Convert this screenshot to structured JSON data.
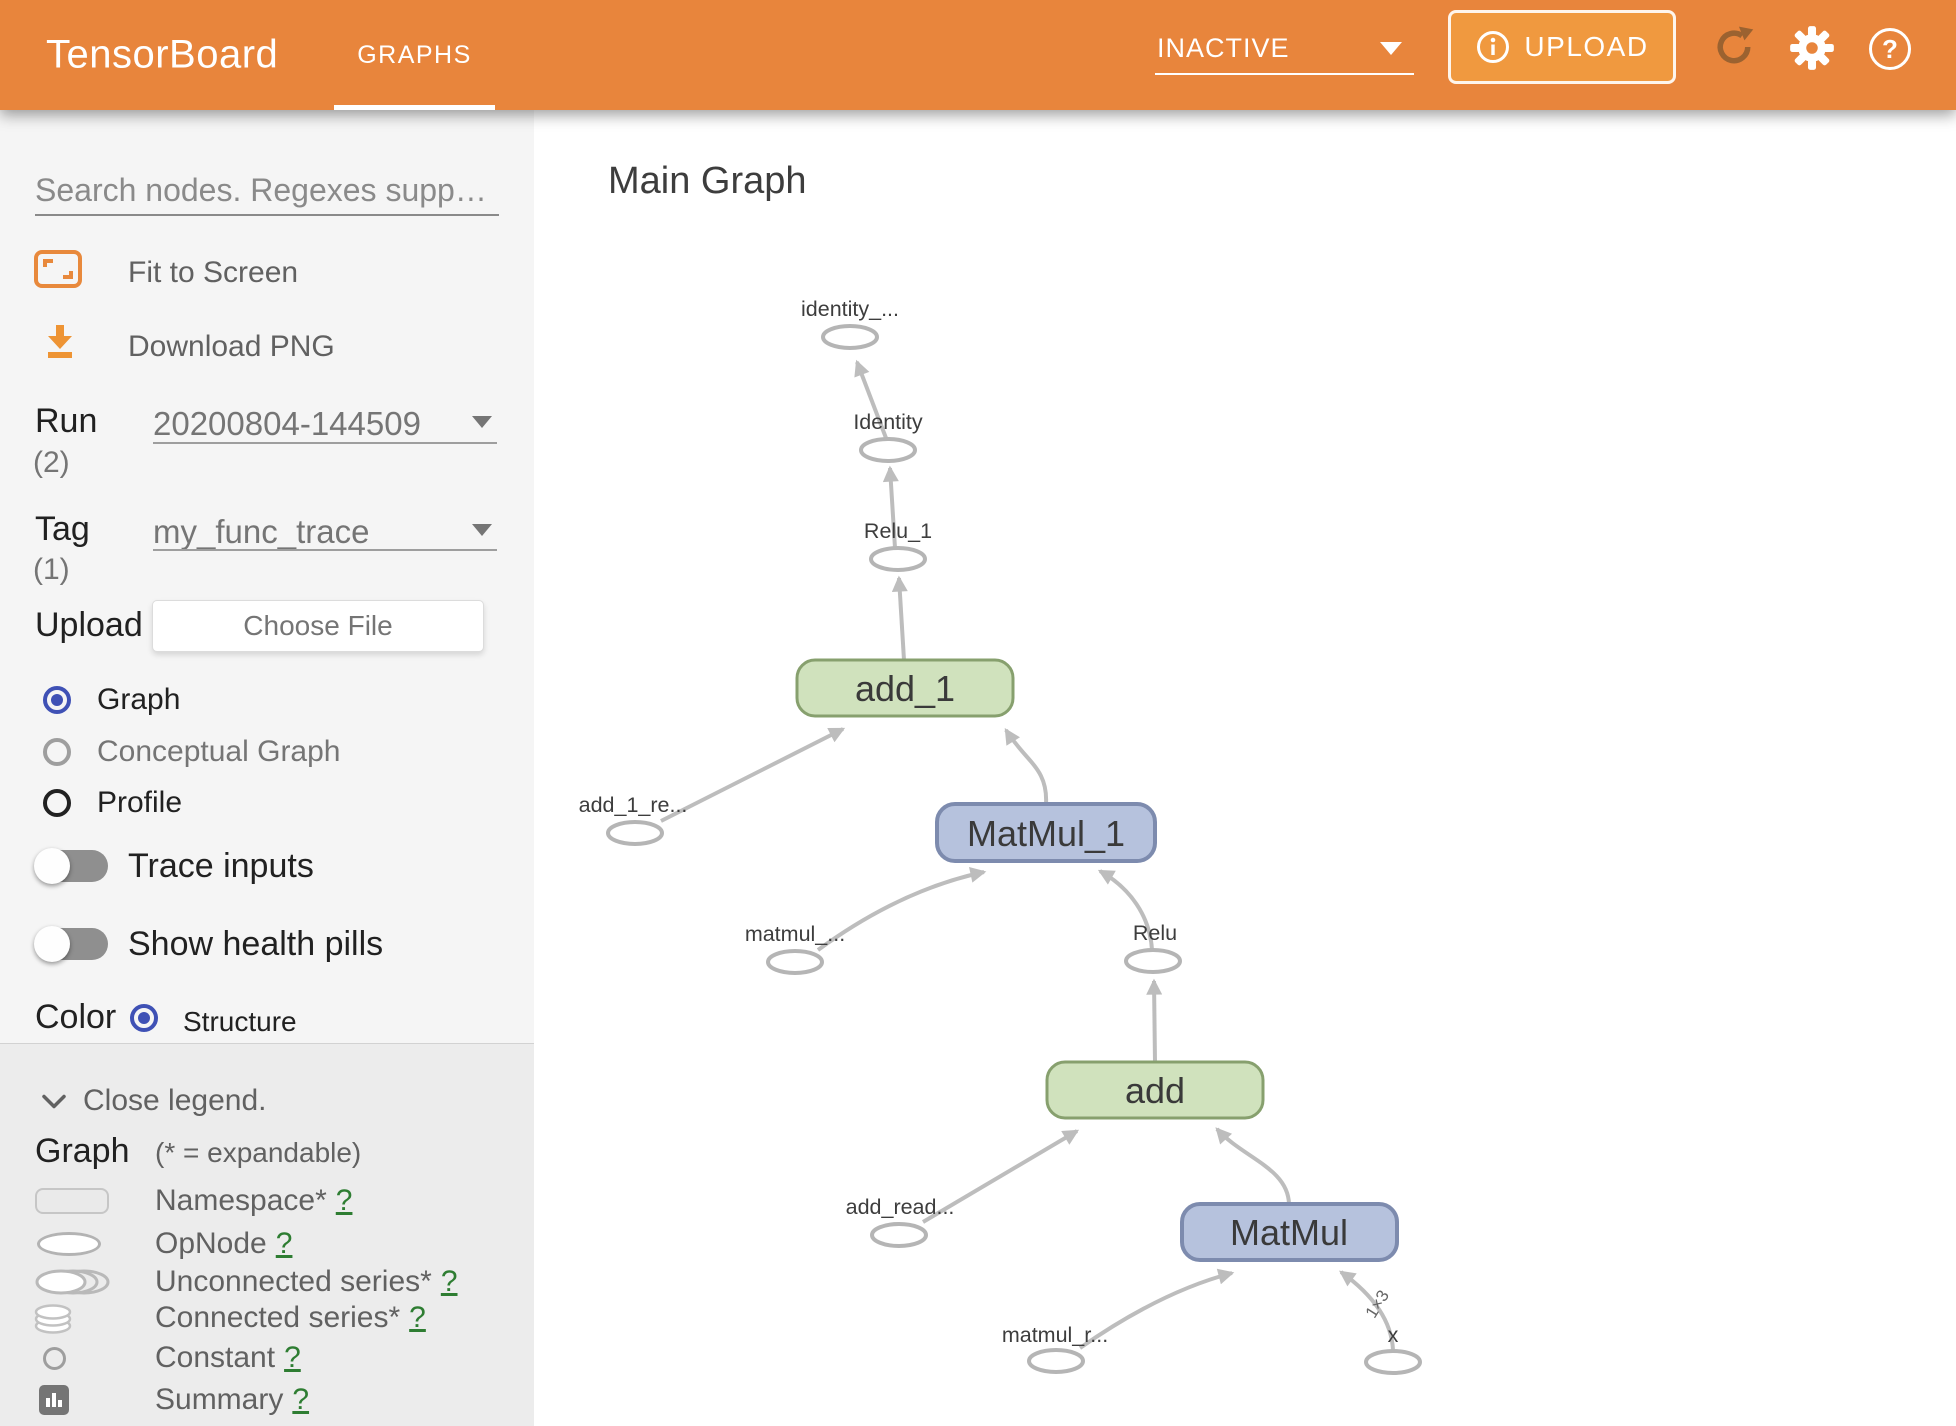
{
  "header": {
    "logo": "TensorBoard",
    "tab": "GRAPHS",
    "status_dropdown": "INACTIVE",
    "upload_button": "UPLOAD"
  },
  "sidebar": {
    "search_placeholder": "Search nodes. Regexes supported.",
    "fit_to_screen": "Fit to Screen",
    "download_png": "Download PNG",
    "run": {
      "label": "Run",
      "count": "(2)",
      "value": "20200804-144509"
    },
    "tag": {
      "label": "Tag",
      "count": "(1)",
      "value": "my_func_trace"
    },
    "upload": {
      "label": "Upload",
      "button": "Choose File"
    },
    "graph_type": [
      {
        "label": "Graph",
        "selected": true
      },
      {
        "label": "Conceptual Graph",
        "selected": false
      },
      {
        "label": "Profile",
        "selected": false
      }
    ],
    "toggles": [
      {
        "label": "Trace inputs",
        "on": false
      },
      {
        "label": "Show health pills",
        "on": false
      }
    ],
    "color": {
      "label": "Color",
      "option": "Structure"
    },
    "legend": {
      "close": "Close legend.",
      "title": "Graph",
      "subtitle": "(* = expandable)",
      "items": [
        {
          "label": "Namespace*",
          "help": "?"
        },
        {
          "label": "OpNode",
          "help": "?"
        },
        {
          "label": "Unconnected series*",
          "help": "?"
        },
        {
          "label": "Connected series*",
          "help": "?"
        },
        {
          "label": "Constant",
          "help": "?"
        },
        {
          "label": "Summary",
          "help": "?"
        }
      ]
    }
  },
  "main": {
    "title": "Main Graph",
    "graph": {
      "op_nodes": [
        {
          "label": "add_1",
          "kind": "namespace"
        },
        {
          "label": "MatMul_1",
          "kind": "op-group"
        },
        {
          "label": "add",
          "kind": "namespace"
        },
        {
          "label": "MatMul",
          "kind": "op-group"
        }
      ],
      "ellipses": [
        {
          "label": "identity_..."
        },
        {
          "label": "Identity"
        },
        {
          "label": "Relu_1"
        },
        {
          "label": "add_1_re..."
        },
        {
          "label": "matmul_..."
        },
        {
          "label": "Relu"
        },
        {
          "label": "add_read..."
        },
        {
          "label": "matmul_r..."
        },
        {
          "label": "x"
        }
      ],
      "edge_label": "1×3"
    }
  },
  "colors": {
    "header_bg": "#e8853c",
    "upload_button_bg": "#f0993f",
    "namespace_fill": "#d0e2bd",
    "namespace_border": "#87a06e",
    "op_group_fill": "#b6c2dd",
    "op_group_border": "#7d8bae",
    "edge": "#bdbdbd",
    "radio_selected": "#3f51b5",
    "help_link_green": "#2e7d32",
    "refresh_icon": "#9b6230"
  }
}
